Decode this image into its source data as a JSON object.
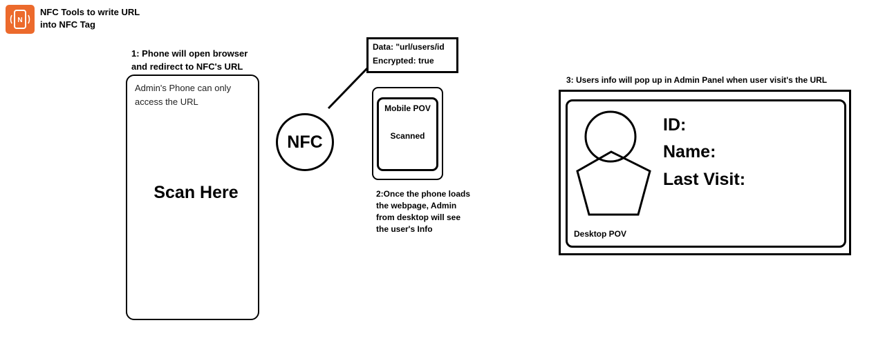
{
  "app": {
    "icon": "nfc-app-icon",
    "title": "NFC Tools to write URL\ninto NFC Tag",
    "accent_color": "#ec6a2c"
  },
  "step1": {
    "caption": "1: Phone will open browser\nand redirect to NFC's URL",
    "phone_note": "Admin's Phone can only\naccess the URL",
    "scan_label": "Scan Here"
  },
  "nfc": {
    "label": "NFC"
  },
  "data_box": {
    "text": "Data: \"url/users/id\nEncrypted: true"
  },
  "mobile": {
    "title": "Mobile POV",
    "status": "Scanned"
  },
  "step2": {
    "caption": "2:Once the phone loads\nthe webpage, Admin\nfrom desktop will see\nthe user's Info"
  },
  "step3": {
    "caption": "3: Users info will pop up in Admin Panel when user visit's the URL"
  },
  "desktop": {
    "fields": [
      "ID:",
      "Name:",
      "Last Visit:"
    ],
    "label": "Desktop POV"
  }
}
